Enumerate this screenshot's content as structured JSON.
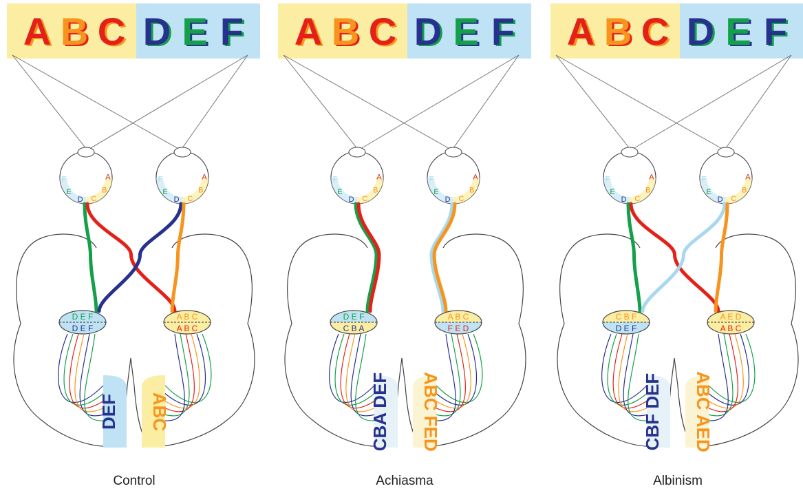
{
  "colors": {
    "yellow_field": "#fbeea3",
    "blue_field": "#bfe3f4",
    "red": "#e32119",
    "orange": "#f7941d",
    "green": "#14a04a",
    "navy": "#27318e",
    "lightblue": "#a9d8ee",
    "outline": "#444444"
  },
  "panels": [
    {
      "key": "control",
      "caption": "Control",
      "top_letters": [
        "A",
        "B",
        "C",
        "D",
        "E",
        "F"
      ],
      "left_eye_letters": [
        "F",
        "E",
        "D",
        "C",
        "B",
        "A"
      ],
      "right_eye_letters": [
        "F",
        "E",
        "D",
        "C",
        "B",
        "A"
      ],
      "left_lgn_top": "D E F",
      "left_lgn_bottom": "D E F",
      "right_lgn_top": "A B C",
      "right_lgn_bottom": "A B C",
      "left_cortex": "DEF",
      "right_cortex": "ABC"
    },
    {
      "key": "achiasma",
      "caption": "Achiasma",
      "top_letters": [
        "A",
        "B",
        "C",
        "D",
        "E",
        "F"
      ],
      "left_eye_letters": [
        "F",
        "E",
        "D",
        "C",
        "B",
        "A"
      ],
      "right_eye_letters": [
        "F",
        "E",
        "D",
        "C",
        "B",
        "A"
      ],
      "left_lgn_top": "D E F",
      "left_lgn_bottom": "C B A",
      "right_lgn_top": "A B C",
      "right_lgn_bottom": "F E D",
      "left_cortex": "CBA DEF",
      "right_cortex": "ABC FED"
    },
    {
      "key": "albinism",
      "caption": "Albinism",
      "top_letters": [
        "A",
        "B",
        "C",
        "D",
        "E",
        "F"
      ],
      "left_eye_letters": [
        "F",
        "E",
        "D",
        "C",
        "B",
        "A"
      ],
      "right_eye_letters": [
        "F",
        "E",
        "D",
        "C",
        "B",
        "A"
      ],
      "left_lgn_top": "C B F",
      "left_lgn_bottom": "D E F",
      "right_lgn_top": "A E D",
      "right_lgn_bottom": "A B C",
      "left_cortex": "CBF DEF",
      "right_cortex": "ABC AED"
    }
  ]
}
